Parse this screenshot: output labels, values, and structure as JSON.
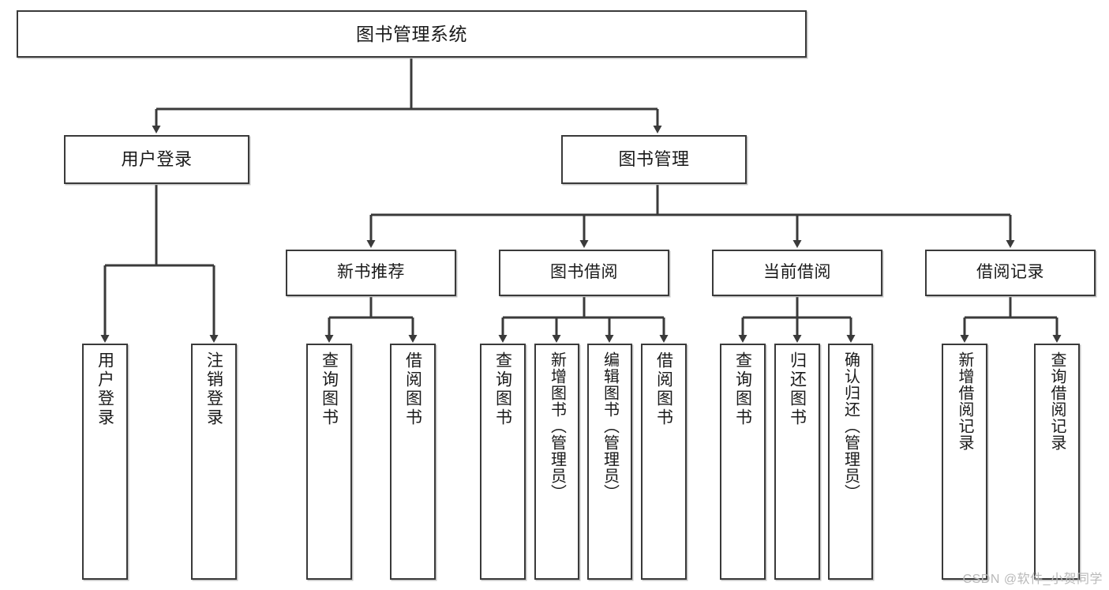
{
  "diagram": {
    "title": "图书管理系统",
    "type": "tree-hierarchy-chart",
    "watermark": "CSDN @软件_小贺同学",
    "colors": {
      "box_border": "#3a3a3a",
      "box_fill": "#ffffff",
      "connector": "#3a3a3a",
      "text": "#1a1a1a",
      "watermark": "#b9b9b9"
    },
    "root": {
      "id": "root",
      "label": "图书管理系统"
    },
    "level2": [
      {
        "id": "user-login",
        "label": "用户登录"
      },
      {
        "id": "book-manage",
        "label": "图书管理"
      }
    ],
    "level3": [
      {
        "id": "new-book-rec",
        "label": "新书推荐"
      },
      {
        "id": "book-borrow",
        "label": "图书借阅"
      },
      {
        "id": "current-borrow",
        "label": "当前借阅"
      },
      {
        "id": "borrow-record",
        "label": "借阅记录"
      }
    ],
    "leaves": {
      "user_login": [
        {
          "id": "leaf-user-login",
          "label": "用户登录"
        },
        {
          "id": "leaf-logout",
          "label": "注销登录"
        }
      ],
      "new_book_rec": [
        {
          "id": "leaf-query-book-1",
          "label": "查询图书"
        },
        {
          "id": "leaf-borrow-book-1",
          "label": "借阅图书"
        }
      ],
      "book_borrow": [
        {
          "id": "leaf-query-book-2",
          "label": "查询图书"
        },
        {
          "id": "leaf-add-book",
          "label": "新增图书（管理员）"
        },
        {
          "id": "leaf-edit-book",
          "label": "编辑图书（管理员）"
        },
        {
          "id": "leaf-borrow-book-2",
          "label": "借阅图书"
        }
      ],
      "current_borrow": [
        {
          "id": "leaf-query-book-3",
          "label": "查询图书"
        },
        {
          "id": "leaf-return-book",
          "label": "归还图书"
        },
        {
          "id": "leaf-confirm-return",
          "label": "确认归还（管理员）"
        }
      ],
      "borrow_record": [
        {
          "id": "leaf-add-record",
          "label": "新增借阅记录"
        },
        {
          "id": "leaf-query-record",
          "label": "查询借阅记录"
        }
      ]
    }
  }
}
